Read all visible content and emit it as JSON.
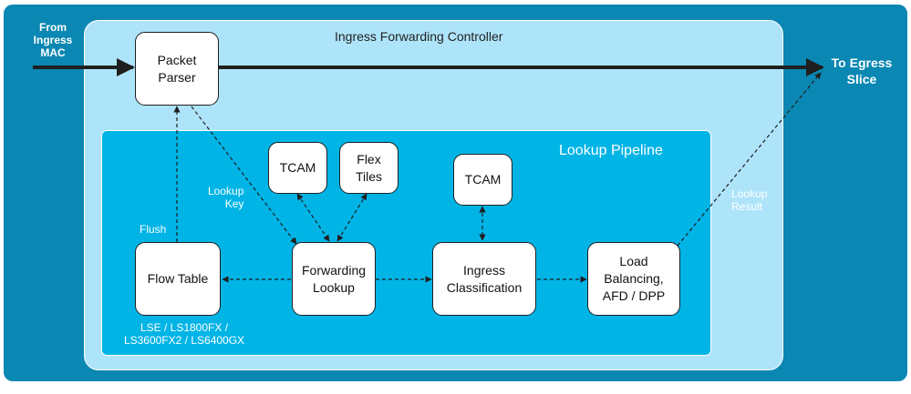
{
  "input_label": "From\nIngress\nMAC",
  "output_label": "To Egress\nSlice",
  "controller": {
    "title": "Ingress Forwarding Controller"
  },
  "pipeline": {
    "title": "Lookup Pipeline"
  },
  "nodes": {
    "packet_parser": "Packet\nParser",
    "tcam_left": "TCAM",
    "flex_tiles": "Flex\nTiles",
    "tcam_right": "TCAM",
    "flow_table": "Flow Table",
    "forwarding_lookup": "Forwarding\nLookup",
    "ingress_classification": "Ingress\nClassification",
    "load_balancing": "Load\nBalancing,\nAFD / DPP"
  },
  "labels": {
    "lookup_key": "Lookup\nKey",
    "flush": "Flush",
    "lookup_result": "Lookup\nResult",
    "platforms": "LSE / LS1800FX /\nLS3600FX2 / LS6400GX"
  },
  "colors": {
    "outer": "#0a87b2",
    "controller": "#aee4fa",
    "pipeline": "#00b4e6",
    "arrow": "#1f1f1f"
  }
}
